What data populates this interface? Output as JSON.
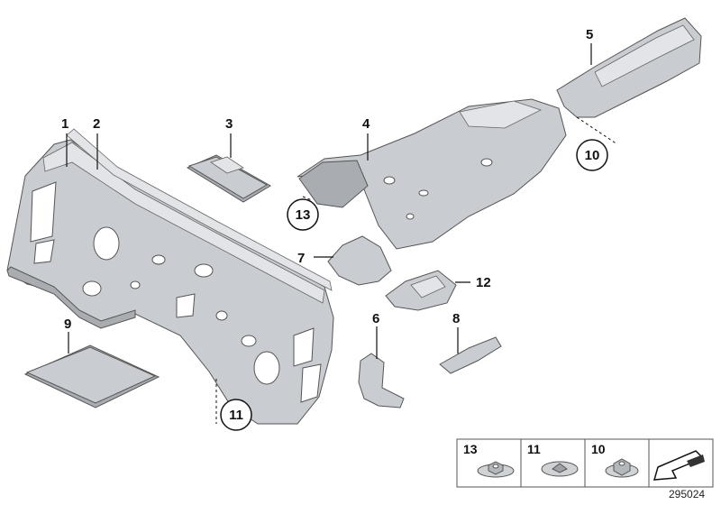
{
  "callouts": {
    "p1": "1",
    "p2": "2",
    "p3": "3",
    "p4": "4",
    "p5": "5",
    "p6": "6",
    "p7": "7",
    "p8": "8",
    "p9": "9",
    "p12": "12",
    "c10": "10",
    "c11": "11",
    "c13": "13"
  },
  "legend": {
    "items": [
      {
        "label": "13"
      },
      {
        "label": "11"
      },
      {
        "label": "10"
      }
    ]
  },
  "doc_id": "295024"
}
